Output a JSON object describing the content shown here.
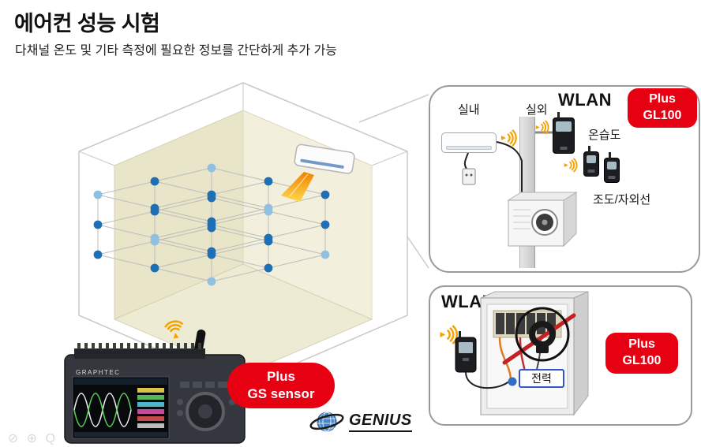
{
  "colors": {
    "accent_red": "#e60012",
    "wireless_orange": "#f5a200",
    "dot_blue": "#1f6fb5",
    "dot_blue_light": "#8fc0e2",
    "wall_beige": "#e9e5c8"
  },
  "header": {
    "title": "에어컨 성능 시험",
    "subtitle": "다채널 온도 및 기타 측정에 필요한 정보를 간단하게 추가 가능"
  },
  "room": {
    "grid": {
      "nx": 3,
      "ny": 3,
      "nz": 3
    }
  },
  "top_panel": {
    "indoor_label": "실내",
    "outdoor_label": "실외",
    "wlan_label": "WLAN",
    "badge_line1": "Plus",
    "badge_line2": "GL100",
    "temp_humidity_label": "온습도",
    "illuminance_uv_label": "조도/자외선"
  },
  "bottom_panel": {
    "wlan_label": "WLAN",
    "badge_line1": "Plus",
    "badge_line2": "GL100",
    "power_label": "전력"
  },
  "logger": {
    "brand": "GRAPHTEC",
    "badge_line1": "Plus",
    "badge_line2": "GS sensor"
  },
  "logo": {
    "text": "GENIUS"
  },
  "corner_icons": {
    "glyphs": ") ⊘ ⊕ Q"
  }
}
